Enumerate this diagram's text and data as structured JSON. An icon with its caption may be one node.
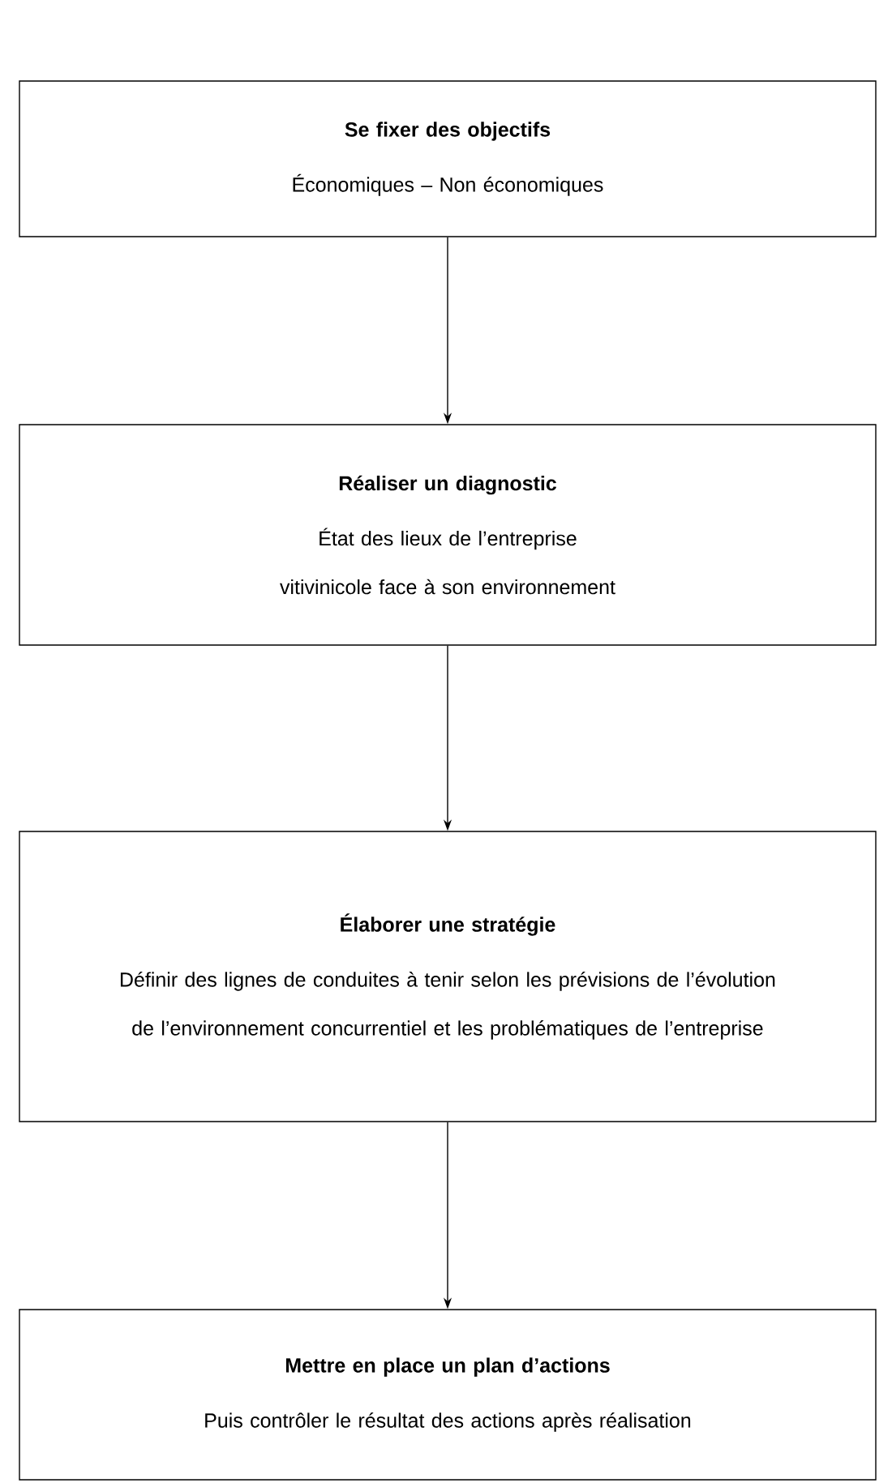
{
  "diagram": {
    "nodes": [
      {
        "text": [
          "Se fixer des objectifs",
          "Économiques – Non économiques"
        ]
      },
      {
        "text": [
          "Réaliser un diagnostic",
          "État des lieux de l’entreprise vitivinicole face à son environnement"
        ]
      },
      {
        "text": [
          "Élaborer une stratégie",
          "Définir des lignes de conduites à tenir selon les prévisions de l’évolution de l’environnement concurrentiel et les problématiques de l’entreprise"
        ]
      },
      {
        "text": [
          "Mettre en place un plan d’actions",
          "Puis contrôler le résultat des actions après réalisation"
        ]
      }
    ],
    "edges": [
      {
        "from": 0,
        "to": 1,
        "arrow": "to"
      },
      {
        "from": 1,
        "to": 2,
        "arrow": "to"
      },
      {
        "from": 2,
        "to": 3,
        "arrow": "to"
      }
    ]
  }
}
